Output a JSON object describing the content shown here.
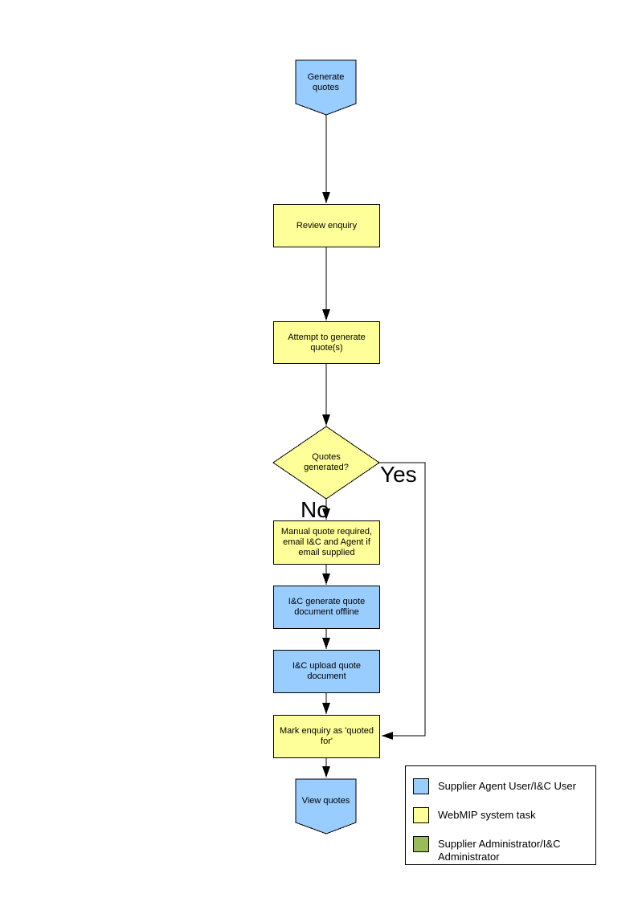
{
  "colors": {
    "actor_blue": "#99CCFF",
    "system_yellow": "#FFFF99",
    "admin_green": "#9BBB59",
    "line": "#000000"
  },
  "flow": {
    "start": {
      "shape": "off-page-connector",
      "label": "Generate quotes"
    },
    "review": {
      "shape": "process",
      "label": "Review enquiry"
    },
    "attempt": {
      "shape": "process",
      "label": "Attempt to generate quote(s)"
    },
    "decision": {
      "shape": "decision",
      "label": "Quotes generated?",
      "yes": "Yes",
      "no": "No"
    },
    "manual": {
      "shape": "process",
      "label": "Manual quote required, email I&C and Agent if email supplied"
    },
    "offline": {
      "shape": "process",
      "label": "I&C generate quote document offline"
    },
    "upload": {
      "shape": "process",
      "label": "I&C upload quote document"
    },
    "mark": {
      "shape": "process",
      "label": "Mark enquiry as 'quoted for'"
    },
    "end": {
      "shape": "off-page-connector",
      "label": "View quotes"
    }
  },
  "edges": [
    {
      "from": "start",
      "to": "review"
    },
    {
      "from": "review",
      "to": "attempt"
    },
    {
      "from": "attempt",
      "to": "decision"
    },
    {
      "from": "decision",
      "to": "manual",
      "label": "No"
    },
    {
      "from": "manual",
      "to": "offline"
    },
    {
      "from": "offline",
      "to": "upload"
    },
    {
      "from": "upload",
      "to": "mark"
    },
    {
      "from": "decision",
      "to": "mark",
      "label": "Yes"
    },
    {
      "from": "mark",
      "to": "end"
    }
  ],
  "legend": {
    "items": [
      {
        "color": "#99CCFF",
        "label": "Supplier Agent User/I&C User"
      },
      {
        "color": "#FFFF99",
        "label": "WebMIP system task"
      },
      {
        "color": "#9BBB59",
        "label": "Supplier Administrator/I&C Administrator"
      }
    ]
  }
}
